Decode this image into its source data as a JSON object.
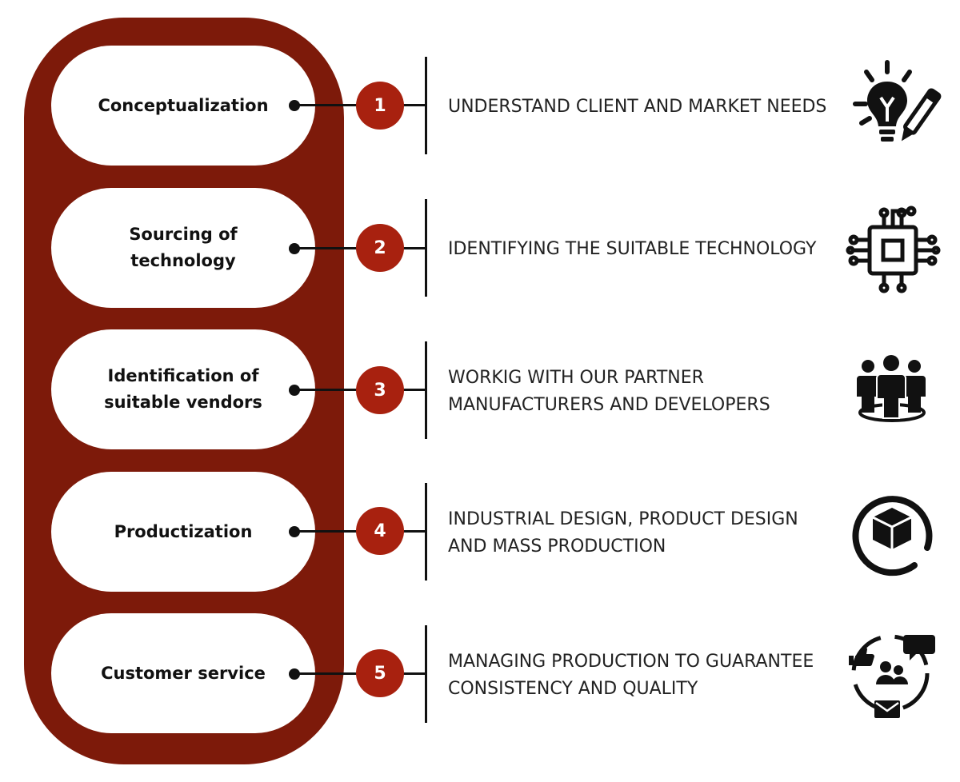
{
  "colors": {
    "capsule": "#7d1a0a",
    "step_circle": "#a8210f",
    "lines": "#111111"
  },
  "steps": [
    {
      "number": "1",
      "stage": "Conceptualization",
      "description": "UNDERSTAND CLIENT AND MARKET NEEDS",
      "icon": "lightbulb-pencil-icon"
    },
    {
      "number": "2",
      "stage": "Sourcing of\ntechnology",
      "description": "IDENTIFYING THE SUITABLE TECHNOLOGY",
      "icon": "circuit-chip-icon"
    },
    {
      "number": "3",
      "stage": "Identification of\nsuitable vendors",
      "description": "WORKIG WITH OUR PARTNER\nMANUFACTURERS AND DEVELOPERS",
      "icon": "team-people-icon"
    },
    {
      "number": "4",
      "stage": "Productization",
      "description": "INDUSTRIAL DESIGN, PRODUCT DESIGN\nAND MASS PRODUCTION",
      "icon": "product-box-icon"
    },
    {
      "number": "5",
      "stage": "Customer service",
      "description": "MANAGING PRODUCTION TO GUARANTEE\nCONSISTENCY AND QUALITY",
      "icon": "customer-support-icon"
    }
  ]
}
